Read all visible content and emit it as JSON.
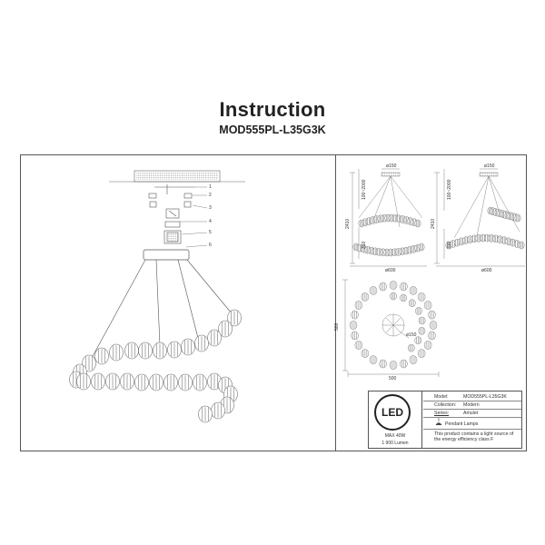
{
  "header": {
    "title": "Instruction",
    "model_code": "MOD555PL-L35G3K"
  },
  "assembly": {
    "part_numbers": [
      "1",
      "2",
      "3",
      "4",
      "5",
      "6"
    ]
  },
  "side_view_1": {
    "top_dim": "ø150",
    "height_dim": "100~2000",
    "total_dim": "2410",
    "lower_dim": "310",
    "width_dim": "ø600"
  },
  "side_view_2": {
    "top_dim": "ø150",
    "height_dim": "100~2000",
    "total_dim": "2410",
    "lower_dim": "310",
    "width_dim": "ø600"
  },
  "top_view": {
    "height_dim": "500",
    "width_dim": "500",
    "center_dim": "ø150"
  },
  "info": {
    "led_logo": "LED",
    "max_power": "MAX 40W",
    "lumen": "1 900 Lumen",
    "model_label": "Model:",
    "model_value": "MOD555PL-L35G3K",
    "collection_label": "Collection:",
    "collection_value": "Modern",
    "series_label": "Series:",
    "series_value": "Amulet",
    "type_value": "Pendant Lamps",
    "notice": "This product contains a light source of the energy efficiency class F"
  }
}
